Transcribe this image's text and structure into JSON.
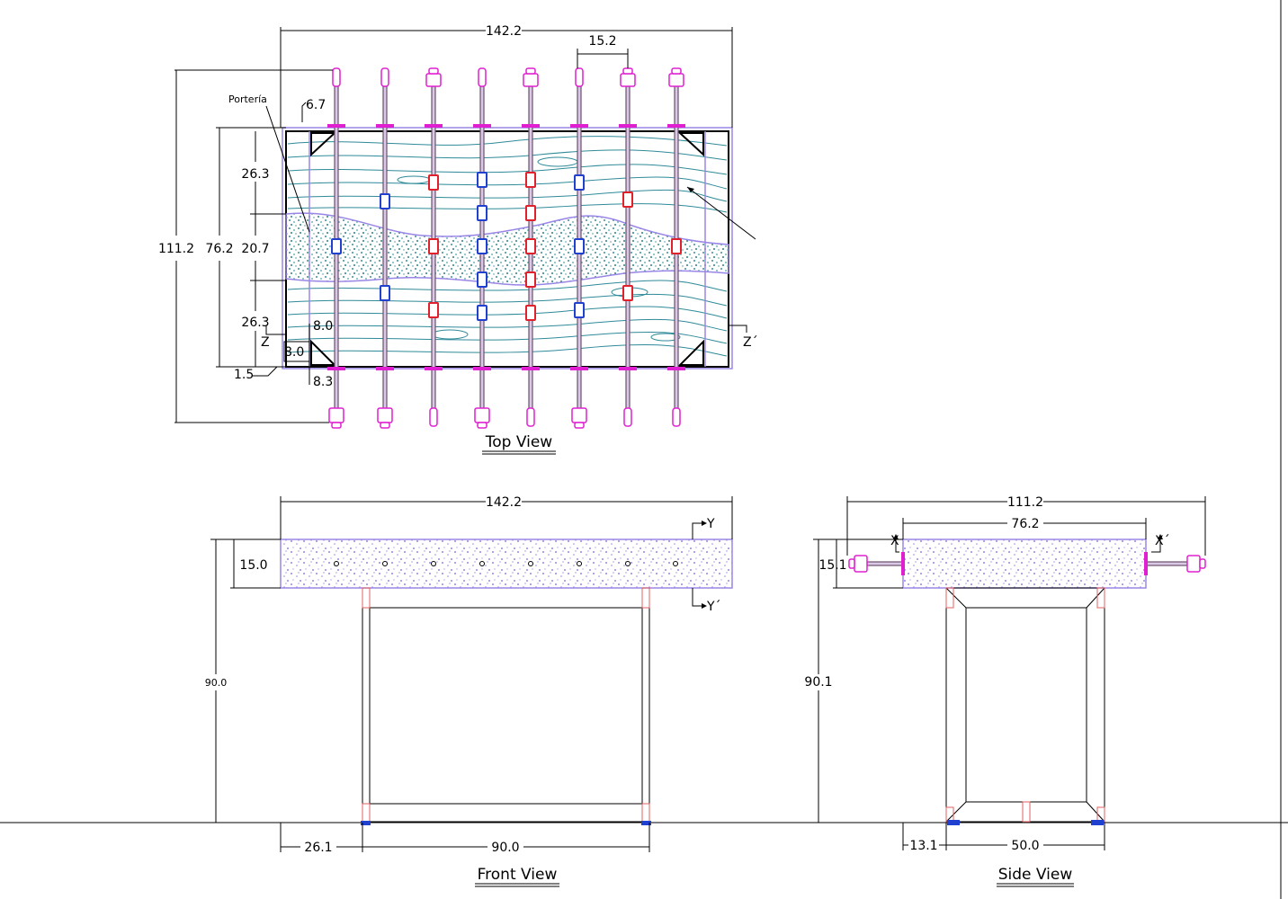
{
  "views": {
    "top_title": "Top View",
    "front_title": "Front View",
    "side_title": "Side View"
  },
  "labels": {
    "goal": "Portería",
    "section_z": "Z",
    "section_z2": "Z´",
    "section_y": "Y",
    "section_y2": "Y´",
    "section_x": "X",
    "section_x2": "X´"
  },
  "top_dims": {
    "length": "142.2",
    "rod_spacing": "15.2",
    "overall_width": "111.2",
    "field_width": "76.2",
    "side_band": "26.3",
    "middle_band": "20.7",
    "side_band_b": "26.3",
    "goal_offset": "6.7",
    "corner_a": "8.0",
    "corner_b": "8.0",
    "edge": "1.5",
    "rod_offset": "8.3"
  },
  "front_dims": {
    "length": "142.2",
    "top_thickness": "15.0",
    "height": "90.0",
    "overhang": "26.1",
    "leg_span": "90.0"
  },
  "side_dims": {
    "overall": "111.2",
    "body": "76.2",
    "top_thickness": "15.1",
    "height": "90.1",
    "overhang": "13.1",
    "leg_span": "50.0"
  },
  "colors": {
    "outline": "#000000",
    "frame": "#9a86e6",
    "handle": "#e020d0",
    "rod": "#6a4f6a",
    "team_blue": "#2040d0",
    "team_red": "#e0202a",
    "wood_grain": "#2f8a99",
    "speckle": "#7a5fe0"
  }
}
